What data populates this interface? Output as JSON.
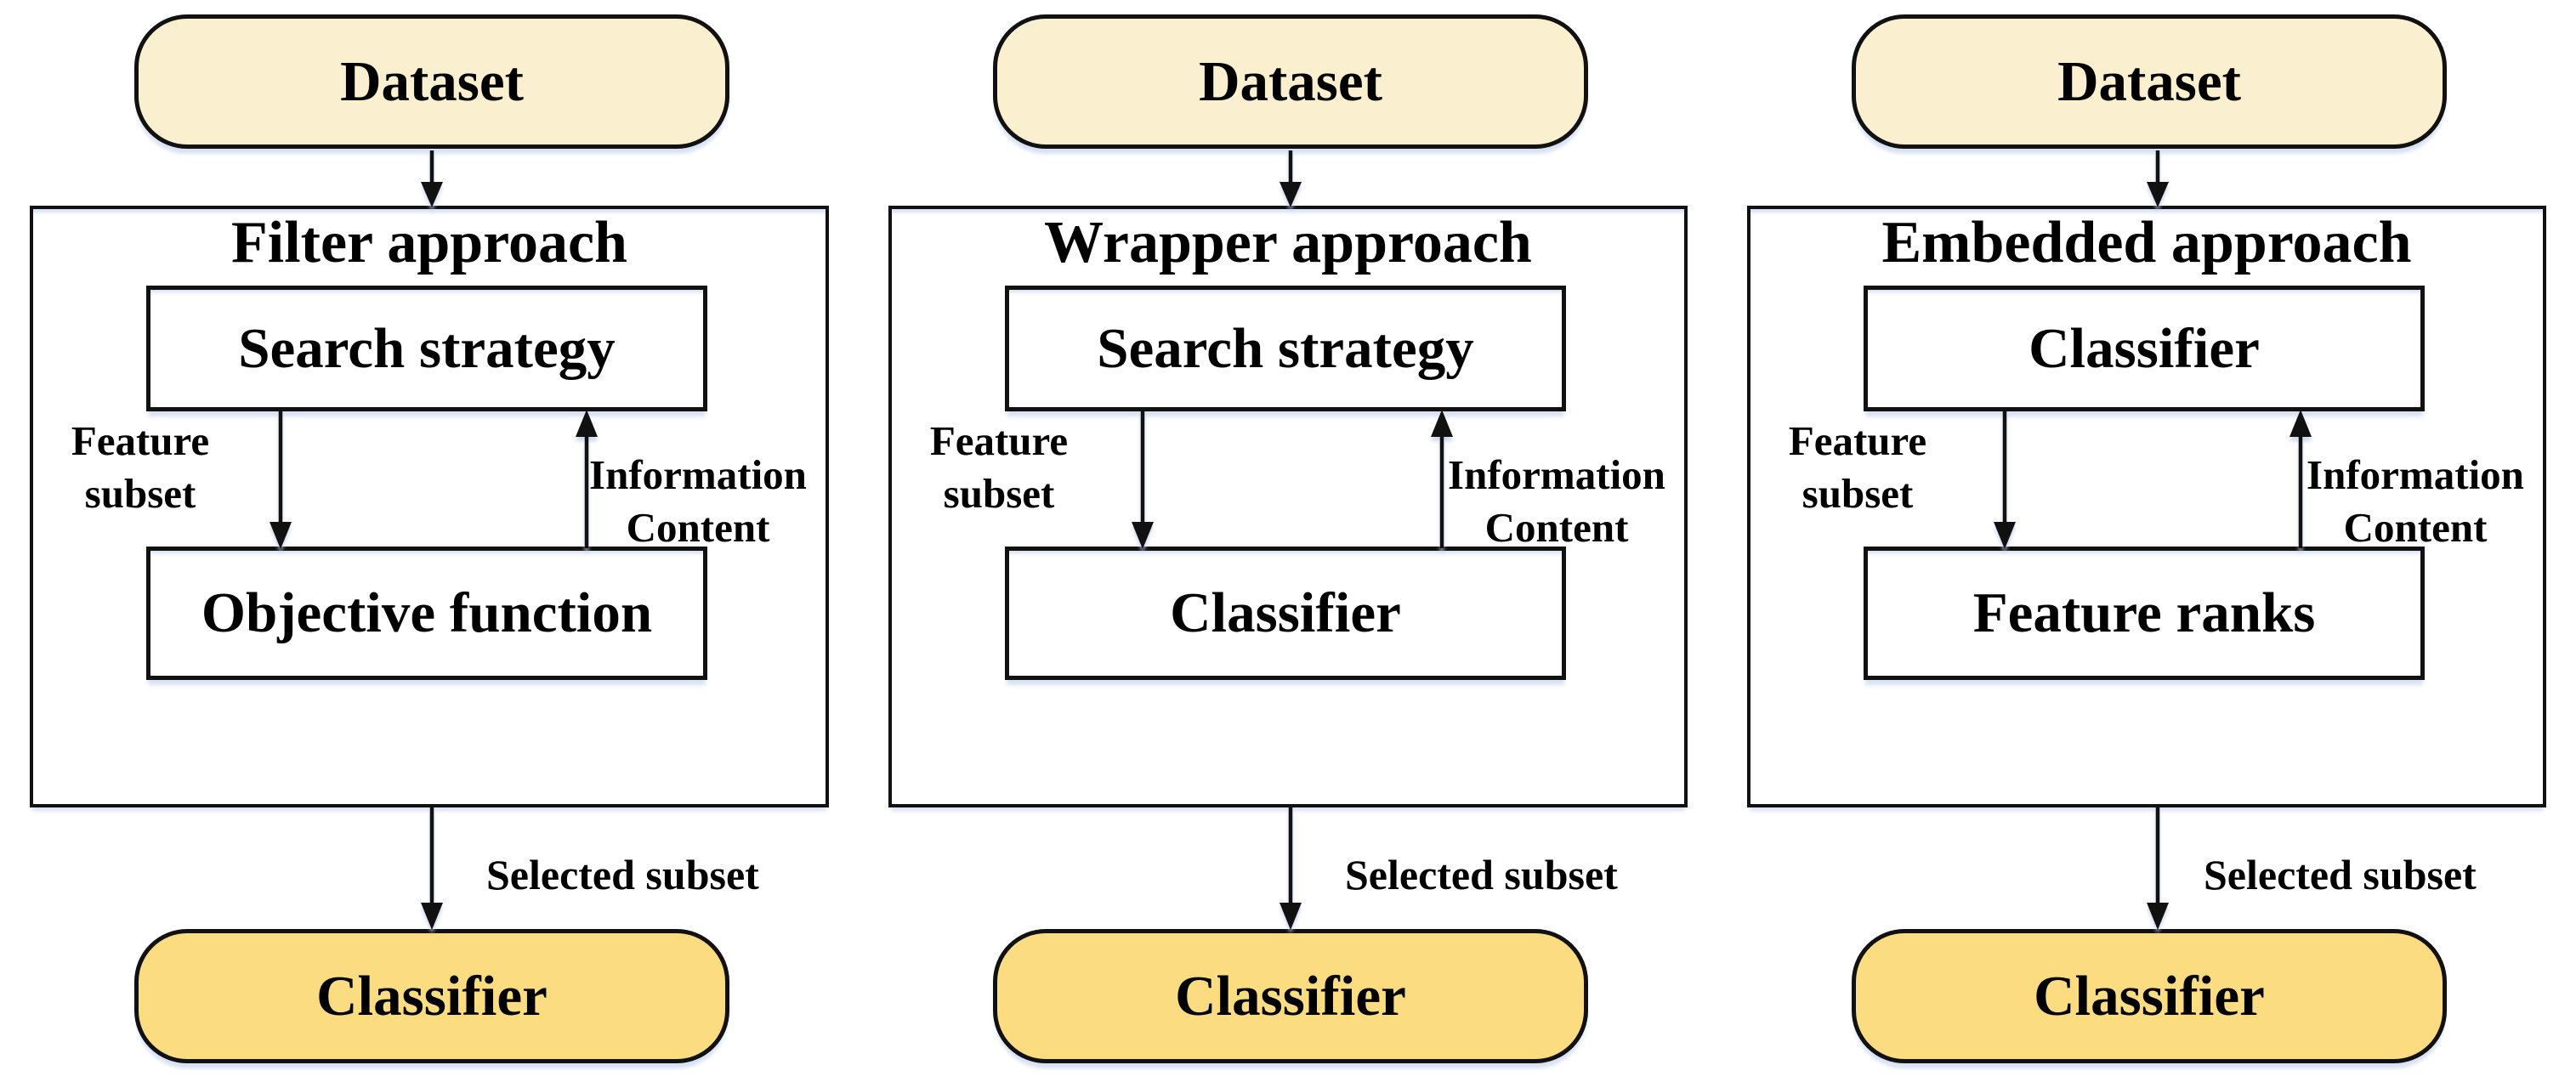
{
  "colors": {
    "dataset_fill": "#FAF0CF",
    "classifier_fill": "#FBDC81",
    "box_fill": "#FFFFFF",
    "stroke": "#111111",
    "shadow": "#D7E1F2",
    "page_bg": "#FFFFFF"
  },
  "panels": [
    {
      "title": "Filter approach",
      "dataset_label": "Dataset",
      "top_box_label": "Search strategy",
      "bottom_box_label": "Objective function",
      "feature_label_lines": [
        "Feature",
        "subset"
      ],
      "info_label_lines": [
        "Information",
        "Content"
      ],
      "selected_label": "Selected subset",
      "classifier_label": "Classifier"
    },
    {
      "title": "Wrapper approach",
      "dataset_label": "Dataset",
      "top_box_label": "Search strategy",
      "bottom_box_label": "Classifier",
      "feature_label_lines": [
        "Feature",
        "subset"
      ],
      "info_label_lines": [
        "Information",
        "Content"
      ],
      "selected_label": "Selected subset",
      "classifier_label": "Classifier"
    },
    {
      "title": "Embedded approach",
      "dataset_label": "Dataset",
      "top_box_label": "Classifier",
      "bottom_box_label": "Feature ranks",
      "feature_label_lines": [
        "Feature",
        "subset"
      ],
      "info_label_lines": [
        "Information",
        "Content"
      ],
      "selected_label": "Selected subset",
      "classifier_label": "Classifier"
    }
  ]
}
